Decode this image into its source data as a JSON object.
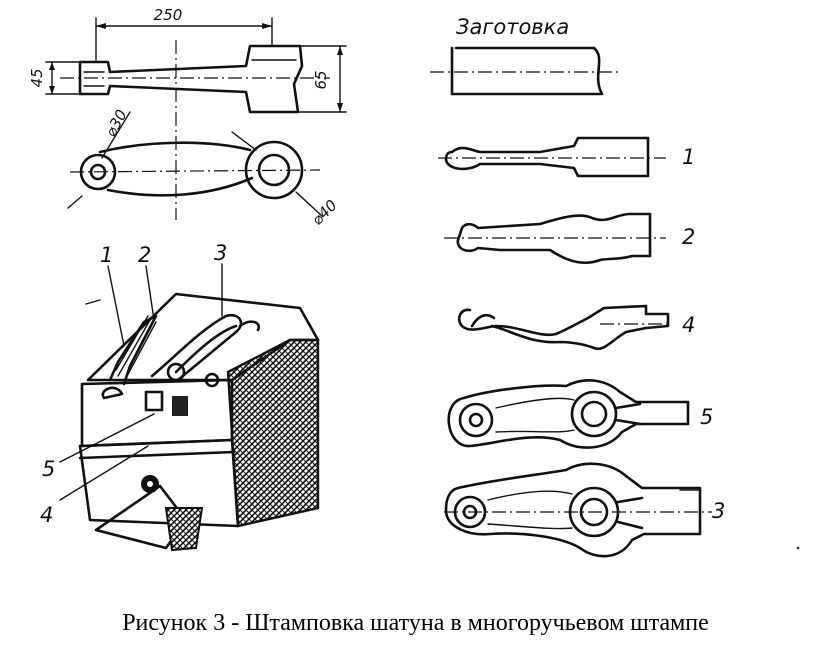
{
  "drawing": {
    "dim_length": "250",
    "dim_height_left": "45",
    "dim_height_right": "65",
    "dim_dia_small": "⌀30",
    "dim_dia_large": "⌀40"
  },
  "die": {
    "labels": [
      "1",
      "2",
      "3",
      "5",
      "4"
    ]
  },
  "stages": {
    "blank_label": "Заготовка",
    "labels": [
      "1",
      "2",
      "4",
      "5",
      "3"
    ]
  },
  "caption": "Рисунок 3 - Штамповка шатуна в многоручьевом штампе"
}
